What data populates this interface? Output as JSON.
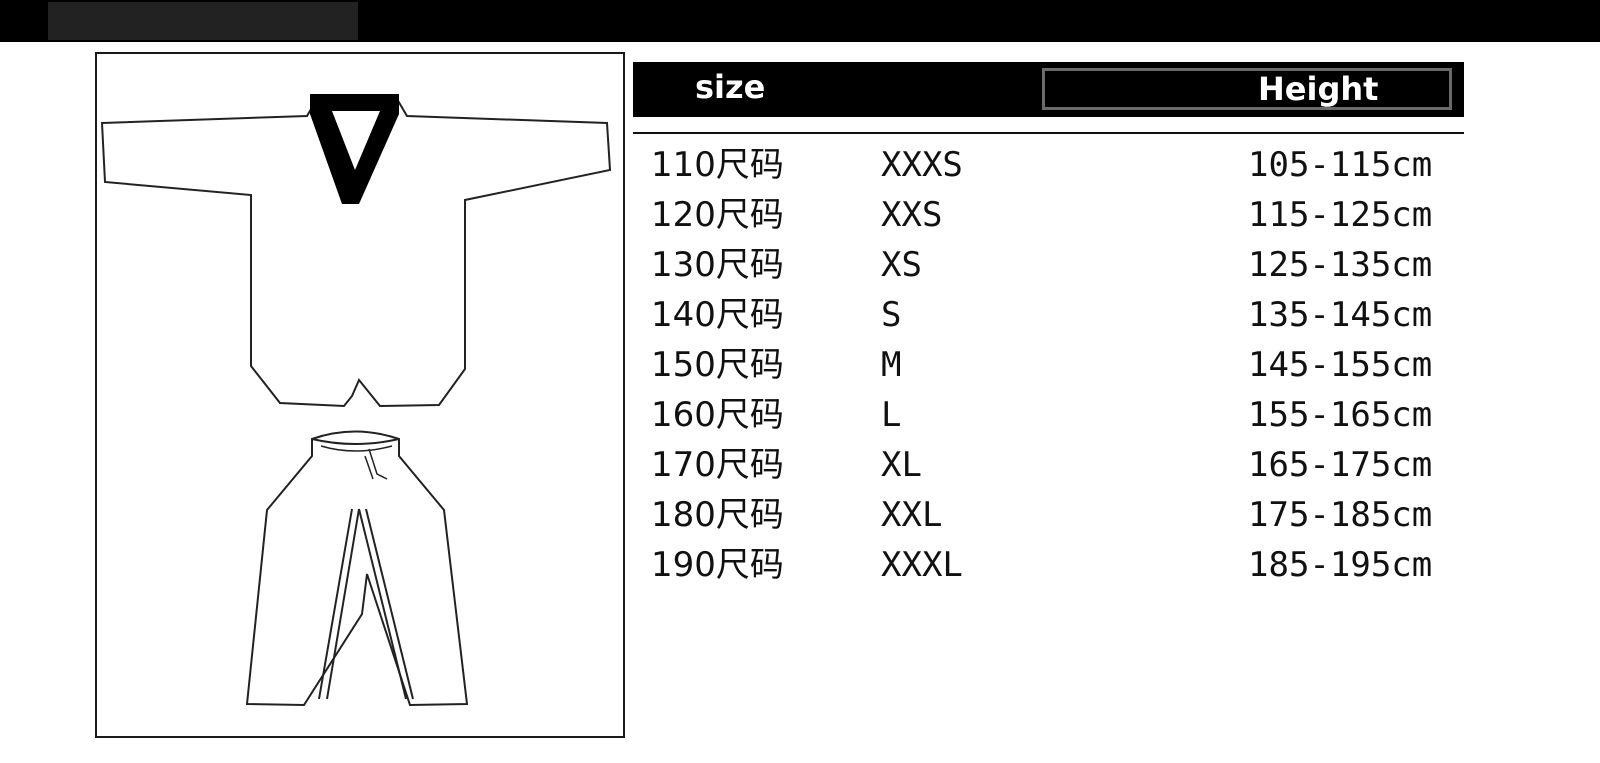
{
  "header": {
    "size_label": "size",
    "height_label": "Height"
  },
  "rows": [
    {
      "code": "110尺码",
      "size": "XXXS",
      "height": "105-115cm"
    },
    {
      "code": "120尺码",
      "size": "XXS",
      "height": "115-125cm"
    },
    {
      "code": "130尺码",
      "size": "XS",
      "height": "125-135cm"
    },
    {
      "code": "140尺码",
      "size": "S",
      "height": "135-145cm"
    },
    {
      "code": "150尺码",
      "size": "M",
      "height": "145-155cm"
    },
    {
      "code": "160尺码",
      "size": "L",
      "height": "155-165cm"
    },
    {
      "code": "170尺码",
      "size": "XL",
      "height": "165-175cm"
    },
    {
      "code": "180尺码",
      "size": "XXL",
      "height": "175-185cm"
    },
    {
      "code": "190尺码",
      "size": "XXXL",
      "height": "185-195cm"
    }
  ],
  "colors": {
    "header_bg": "#000000",
    "header_text": "#ffffff",
    "body_text": "#111111"
  }
}
